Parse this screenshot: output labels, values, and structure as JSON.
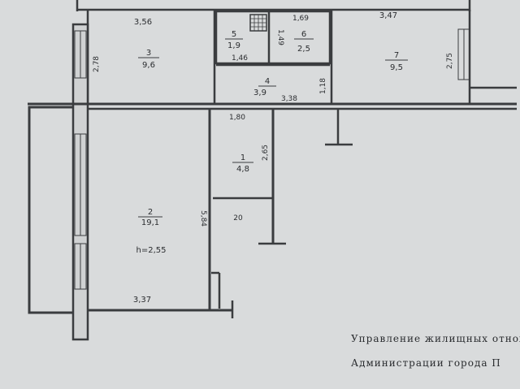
{
  "rooms": [
    {
      "number": "3",
      "area": "9,6"
    },
    {
      "number": "5",
      "area": "1,9"
    },
    {
      "number": "6",
      "area": "2,5"
    },
    {
      "number": "7",
      "area": "9,5"
    },
    {
      "number": "4",
      "area": "3,9"
    },
    {
      "number": "1",
      "area": "4,8"
    },
    {
      "number": "2",
      "area": "19,1"
    }
  ],
  "dimensions": {
    "top_left_width": "3,56",
    "top_right_width": "3,47",
    "room6_width": "1,69",
    "room5_width": "1,46",
    "room3_height": "2,78",
    "room7_height": "2,75",
    "room56_height": "1,49",
    "room4_height": "1,18",
    "room4_width": "3,38",
    "room1_width": "1,80",
    "room1_height": "2,65",
    "room2_height": "5,84",
    "room2_width": "3,37",
    "ceiling_height": "h=2,55",
    "door_mark": "20"
  },
  "footer": {
    "line1": "Управление жилищных отнош",
    "line2": "Администрации города  П"
  },
  "colors": {
    "paper": "#d9dbdc",
    "wall": "#3a3c3f"
  }
}
